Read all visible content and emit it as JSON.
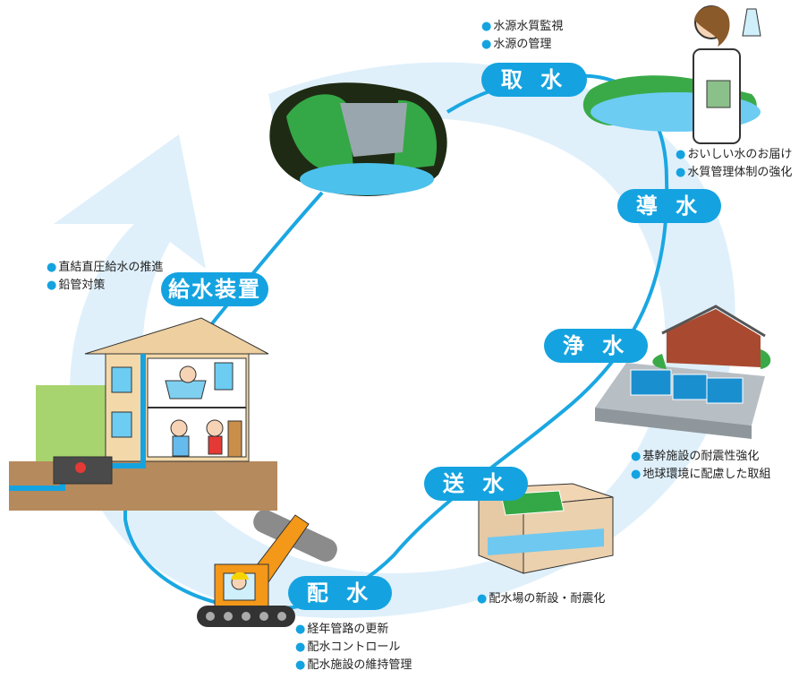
{
  "stages": [
    {
      "key": "intake",
      "label": "取 水",
      "notes": [
        "水源水質監視",
        "水源の管理"
      ]
    },
    {
      "key": "conveyance",
      "label": "導 水",
      "notes": [
        "おいしい水のお届け",
        "水質管理体制の強化"
      ]
    },
    {
      "key": "purification",
      "label": "浄 水",
      "notes": [
        "基幹施設の耐震性強化",
        "地球環境に配慮した取組"
      ]
    },
    {
      "key": "transmission",
      "label": "送 水",
      "notes": [
        "配水場の新設・耐震化"
      ]
    },
    {
      "key": "distribution",
      "label": "配 水",
      "notes": [
        "経年管路の更新",
        "配水コントロール",
        "配水施設の維持管理"
      ]
    },
    {
      "key": "supply",
      "label": "給水装置",
      "notes": [
        "直結直圧給水の推進",
        "鉛管対策"
      ]
    }
  ],
  "colors": {
    "accent": "#14a3e0",
    "cycle_arrow": "#dff0fb",
    "flow_line": "#1aa7e2"
  }
}
